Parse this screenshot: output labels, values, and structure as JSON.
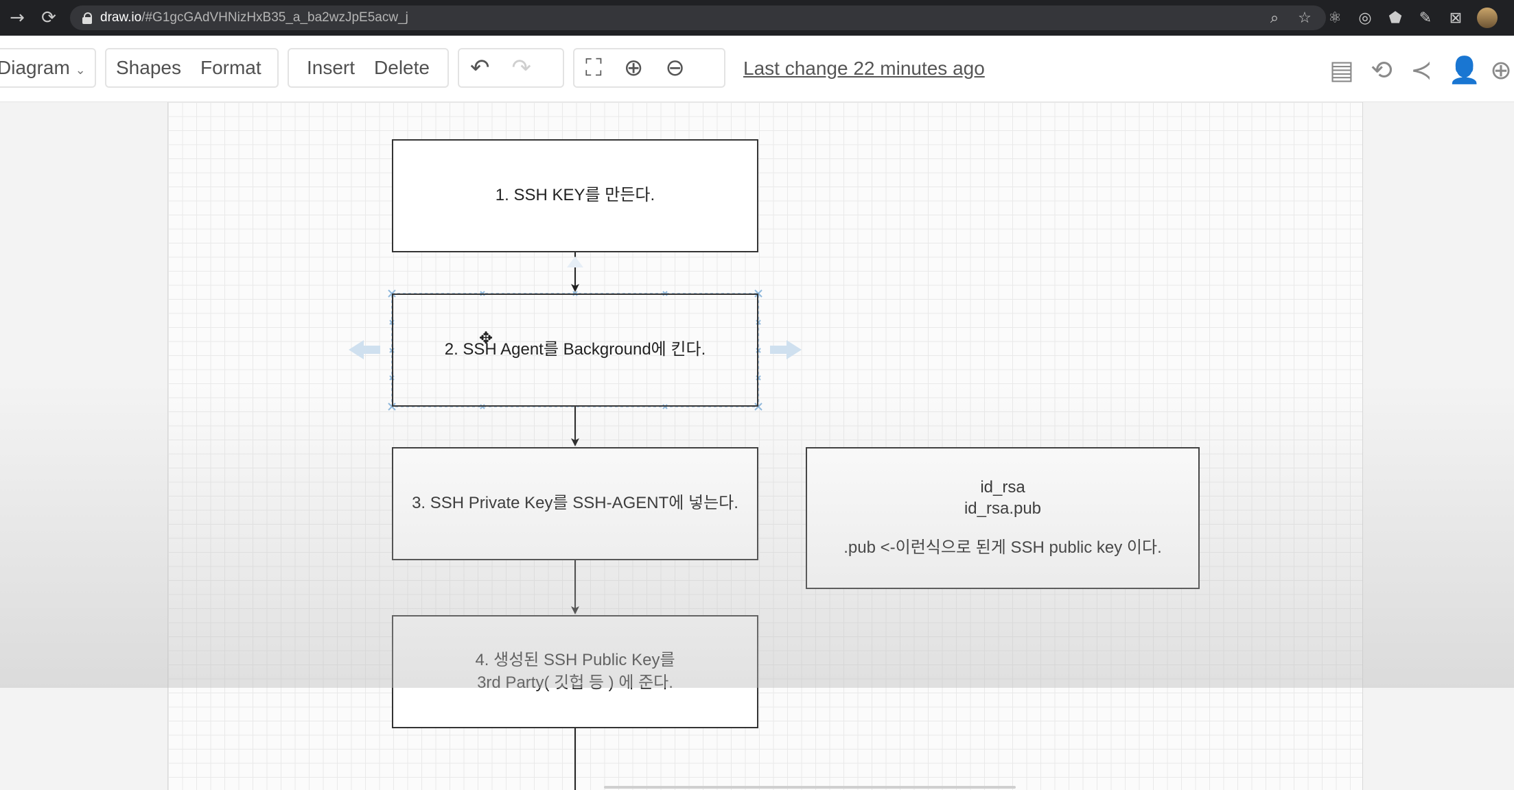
{
  "browser": {
    "url_host": "draw.io",
    "url_path": "/#G1gcGAdVHNizHxB35_a_ba2wzJpE5acw_j",
    "back_icon": "arrow-forward-icon",
    "reload_icon": "reload-icon"
  },
  "toolbar": {
    "diagram_label": "Diagram",
    "shapes_label": "Shapes",
    "format_label": "Format",
    "insert_label": "Insert",
    "delete_label": "Delete",
    "last_change": "Last change 22 minutes ago",
    "icons": [
      "undo-icon",
      "redo-icon",
      "fullscreen-icon",
      "zoom-in-icon",
      "zoom-out-icon"
    ],
    "right_icons": [
      "comment-icon",
      "sync-icon",
      "share-icon",
      "user-icon",
      "globe-icon"
    ]
  },
  "diagram": {
    "box1": "1. SSH KEY를 만든다.",
    "box2": "2. SSH Agent를 Background에 킨다.",
    "box3": "3. SSH Private Key를 SSH-AGENT에 넣는다.",
    "box4_line1": "4. 생성된 SSH Public Key를",
    "box4_line2": "3rd Party( 깃헙 등 ) 에 준다.",
    "note_line1": "id_rsa",
    "note_line2": "id_rsa.pub",
    "note_line3": ".pub <-이런식으로 된게 SSH public key 이다."
  },
  "colors": {
    "browser_bar": "#202124",
    "selection_handle": "#8fb8dc",
    "box_border": "#333333"
  }
}
